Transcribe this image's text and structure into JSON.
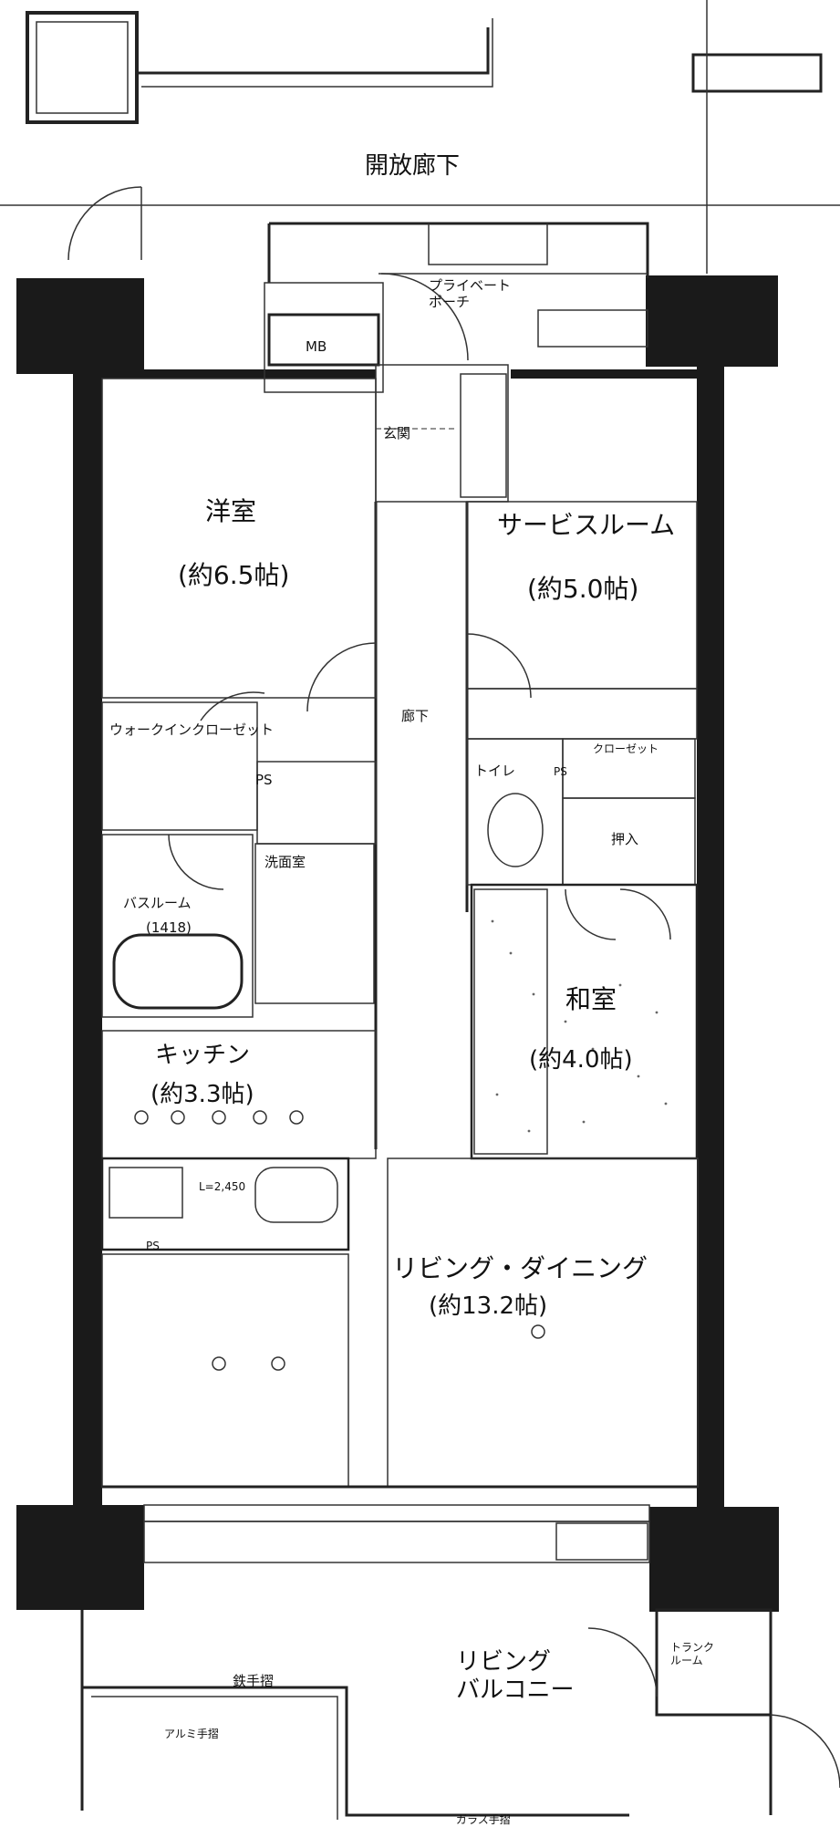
{
  "rooms": {
    "corridor": "開放廊下",
    "private_porch": "プライベート\nポーチ",
    "mb": "MB",
    "entrance": "玄関",
    "western_room": "洋室",
    "western_room_size": "(約6.5帖)",
    "service_room": "サービスルーム",
    "service_room_size": "(約5.0帖)",
    "hallway": "廊下",
    "walk_in_closet": "ウォークイン\nクローゼット",
    "ps1": "PS",
    "toilet": "トイレ",
    "ps2": "PS",
    "closet": "クローゼット",
    "oshiire": "押入",
    "washroom": "洗面室",
    "bathroom": "バスルーム",
    "bathroom_size": "(1418)",
    "japanese_room": "和室",
    "japanese_room_size": "(約4.0帖)",
    "kitchen": "キッチン",
    "kitchen_size": "(約3.3帖)",
    "lh": "L=2,450",
    "ps3": "PS",
    "ldk": "リビング・ダイニング",
    "ldk_size": "(約13.2帖)",
    "trunk_room": "トランク\nルーム",
    "balcony": "リビング\nバルコニー",
    "railing": "鉄手摺",
    "alum_railing": "アルミ手摺",
    "glass_railing": "ガラス手摺"
  }
}
